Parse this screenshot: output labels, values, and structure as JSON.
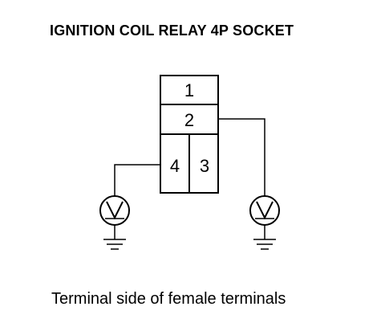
{
  "title": "IGNITION COIL RELAY 4P SOCKET",
  "caption": "Terminal side of female terminals",
  "connector": {
    "terminals": [
      {
        "id": "t1",
        "label": "1"
      },
      {
        "id": "t2",
        "label": "2"
      },
      {
        "id": "t3",
        "label": "3"
      },
      {
        "id": "t4",
        "label": "4"
      }
    ]
  },
  "meters": [
    {
      "id": "left",
      "symbol": "V",
      "icon": "voltmeter-icon",
      "connected_terminal": "4"
    },
    {
      "id": "right",
      "symbol": "V",
      "icon": "voltmeter-icon",
      "connected_terminal": "2"
    }
  ]
}
